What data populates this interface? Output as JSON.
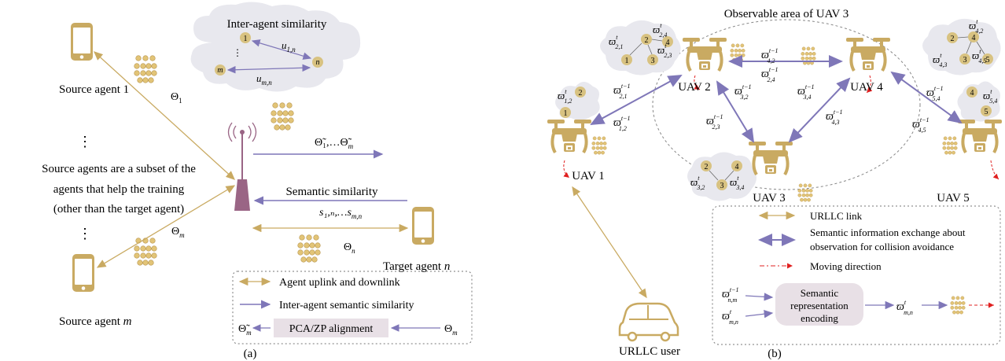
{
  "panel_a": {
    "label": "(a)",
    "cloud_title": "Inter-agent similarity",
    "cloud_nodes": [
      "1",
      "n",
      "m"
    ],
    "cloud_dots": "⋮",
    "u_1n": "u",
    "u_1n_sub": "1,n",
    "u_mn": "u",
    "u_mn_sub": "m,n",
    "source_agent_1": "Source agent 1",
    "source_agent_m_prefix": "Source agent ",
    "source_agent_m_var": "m",
    "vdots": "⋮",
    "subset_note": [
      "Source agents are a subset of the",
      "agents that help the training",
      "(other than the target agent)"
    ],
    "theta_1": "Θ",
    "theta_1_sub": "1",
    "theta_m": "Θ",
    "theta_m_sub": "m",
    "theta_n": "Θ",
    "theta_n_sub": "n",
    "theta_tilde_list": "Θ̃₁,…Θ̃",
    "theta_tilde_list_sub": "m",
    "semantic_similarity": "Semantic similarity",
    "s_list": "s",
    "s_list_text": "s₁,ₙ,…s",
    "s_list_sub": "m,n",
    "target_agent_prefix": "Target agent ",
    "target_agent_var": "n",
    "legend": {
      "uplink": "Agent uplink and downlink",
      "semantic": "Inter-agent semantic similarity",
      "align_label": "PCA/ZP alignment",
      "align_left": "Θ̃",
      "align_left_sub": "m",
      "align_right": "Θ",
      "align_right_sub": "m"
    }
  },
  "panel_b": {
    "label": "(b)",
    "observable_area": "Observable area  of UAV 3",
    "uav_labels": [
      "UAV 1",
      "UAV 2",
      "UAV 3",
      "UAV 4",
      "UAV 5"
    ],
    "urllc_user": "URLLC user",
    "legend": {
      "urllc_link": "URLLC link",
      "semantic_line1": "Semantic information exchange about",
      "semantic_line2": "observation for collision avoidance",
      "moving": "Moving direction",
      "encoding_line1": "Semantic",
      "encoding_line2": "representation",
      "encoding_line3": "encoding"
    },
    "symbols": {
      "varpi": "ϖ",
      "t": "t",
      "t_minus_1": "t−1",
      "s_12": "1,2",
      "s_21": "2,1",
      "s_24": "2,4",
      "s_23": "2,3",
      "s_42": "4,2",
      "s_43": "4,3",
      "s_45": "4,5",
      "s_54": "5,4",
      "s_32": "3,2",
      "s_34": "3,4",
      "s_nm": "n,m",
      "s_mn": "m,n"
    },
    "cloud_nodes": [
      "1",
      "2",
      "3",
      "4",
      "5"
    ]
  },
  "colors": {
    "gold": "#C9AA62",
    "purple": "#7F77B8",
    "mauve": "#9A6585",
    "red": "#E02020",
    "cloud": "#E8E8EE",
    "node": "#D8C281",
    "align_bg": "#E8E0E6"
  }
}
